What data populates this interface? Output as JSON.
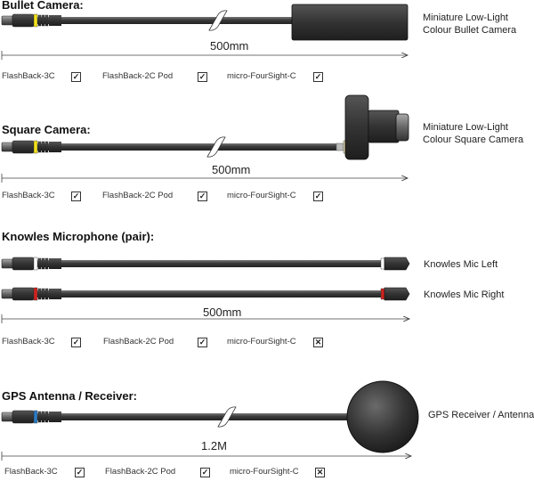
{
  "sections": [
    {
      "title": "Bullet Camera:",
      "device_label": [
        "Miniature Low-Light",
        "Colour Bullet Camera"
      ],
      "length": "500mm",
      "band_color": "#f2e21a",
      "compatibility": [
        {
          "name": "FlashBack-3C",
          "supported": true
        },
        {
          "name": "FlashBack-2C Pod",
          "supported": true
        },
        {
          "name": "micro-FourSight-C",
          "supported": true
        }
      ]
    },
    {
      "title": "Square Camera:",
      "device_label": [
        "Miniature Low-Light",
        "Colour Square Camera"
      ],
      "length": "500mm",
      "band_color": "#f2e21a",
      "compatibility": [
        {
          "name": "FlashBack-3C",
          "supported": true
        },
        {
          "name": "FlashBack-2C Pod",
          "supported": true
        },
        {
          "name": "micro-FourSight-C",
          "supported": true
        }
      ]
    },
    {
      "title": "Knowles Microphone (pair):",
      "mics": [
        {
          "label": "Knowles Mic Left",
          "band_color": "#ffffff"
        },
        {
          "label": "Knowles Mic Right",
          "band_color": "#d0231f"
        }
      ],
      "length": "500mm",
      "compatibility": [
        {
          "name": "FlashBack-3C",
          "supported": true
        },
        {
          "name": "FlashBack-2C Pod",
          "supported": true
        },
        {
          "name": "micro-FourSight-C",
          "supported": false
        }
      ]
    },
    {
      "title": "GPS Antenna / Receiver:",
      "device_label": [
        "GPS Receiver / Antenna"
      ],
      "length": "1.2M",
      "band_color": "#2a7bc4",
      "compatibility": [
        {
          "name": "FlashBack-3C",
          "supported": true
        },
        {
          "name": "FlashBack-2C Pod",
          "supported": true
        },
        {
          "name": "micro-FourSight-C",
          "supported": false
        }
      ]
    }
  ],
  "symbols": {
    "supported": "✓",
    "unsupported": "✕"
  }
}
